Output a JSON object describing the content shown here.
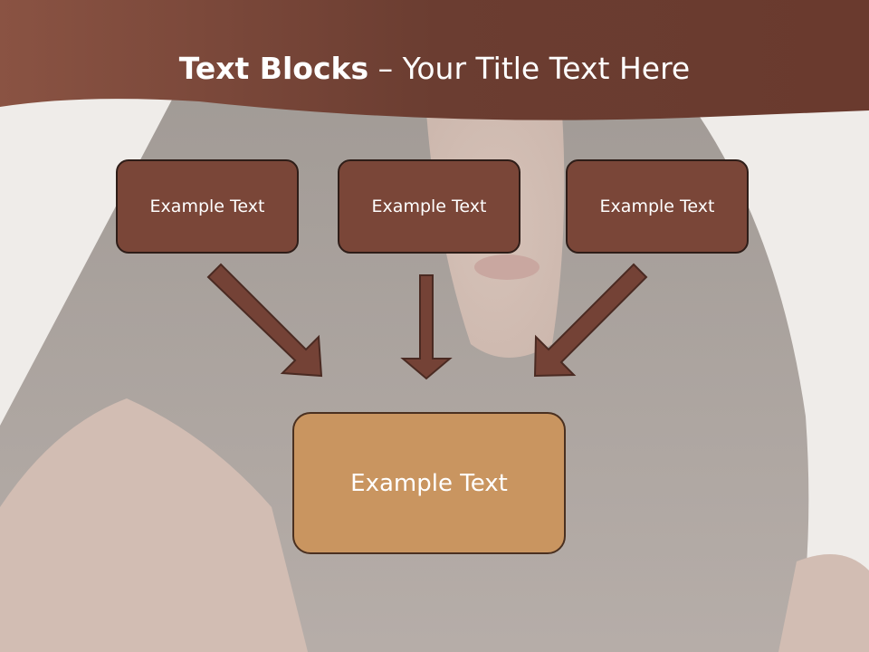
{
  "title": {
    "bold": "Text Blocks",
    "dash": " – ",
    "rest": "Your Title Text Here"
  },
  "blocks": {
    "top": [
      "Example Text",
      "Example Text",
      "Example Text"
    ],
    "bottom": "Example Text"
  },
  "colors": {
    "header": "#7b4a3d",
    "top_box_fill": "#7a4638",
    "bottom_box_fill": "#c99560",
    "arrow_fill": "#744236",
    "box_border": "#2e1d18"
  }
}
